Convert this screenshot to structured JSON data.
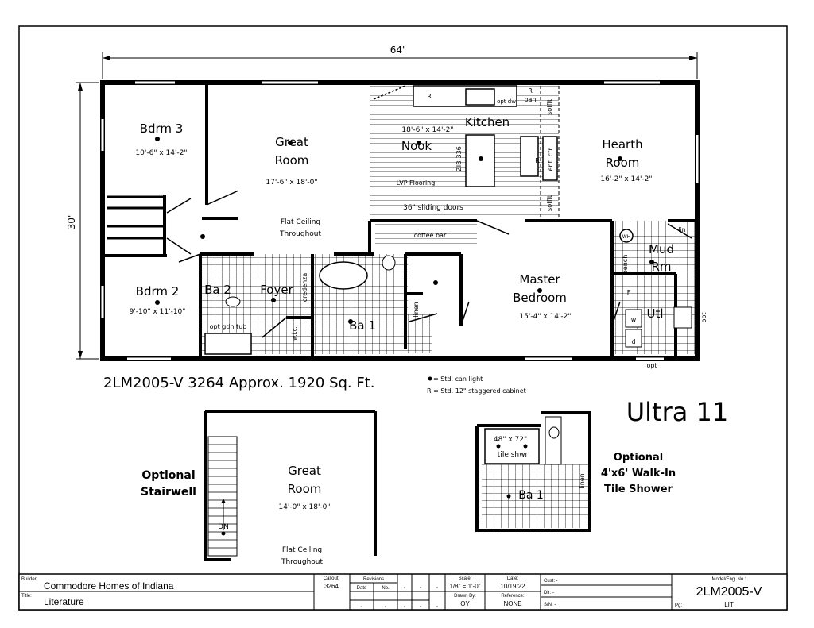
{
  "plan": {
    "width_dim": "64'",
    "depth_dim": "30'",
    "summary": "2LM2005-V 3264 Approx. 1920 Sq. Ft.",
    "legend": {
      "can_light": "= Std. can light",
      "cabinet": "R = Std. 12\" staggered cabinet"
    },
    "series_name": "Ultra 11"
  },
  "rooms": {
    "bdrm3": {
      "name": "Bdrm 3",
      "size": "10'-6\" x 14'-2\""
    },
    "great": {
      "name_a": "Great",
      "name_b": "Room",
      "size": "17'-6\" x 18'-0\"",
      "note_a": "Flat Ceiling",
      "note_b": "Throughout"
    },
    "kitchen": {
      "name": "Kitchen",
      "size": "18'-6\" x 14'-2\""
    },
    "nook": {
      "name": "Nook",
      "flooring": "LVP Flooring",
      "doors": "36\" sliding doors",
      "zib": "ZIB-336"
    },
    "hearth": {
      "name_a": "Hearth",
      "name_b": "Room",
      "size": "16'-2\" x 14'-2\""
    },
    "bdrm2": {
      "name": "Bdrm 2",
      "size": "9'-10\" x 11'-10\""
    },
    "ba2": {
      "name": "Ba 2",
      "tub": "opt gdn tub"
    },
    "foyer": {
      "name": "Foyer",
      "credenza": "credenza"
    },
    "ba1": {
      "name": "Ba 1",
      "linen": "linen"
    },
    "master": {
      "name_a": "Master",
      "name_b": "Bedroom",
      "size": "15'-4\" x 14'-2\""
    },
    "mud": {
      "name_a": "Mud",
      "name_b": "Rm",
      "lin": "lin",
      "bench": "bench"
    },
    "utl": {
      "name": "Utl",
      "opt": "opt",
      "opt_bottom": "opt",
      "wh": "WH",
      "f": "F",
      "w": "w",
      "d": "d"
    },
    "small": {
      "r1": "R",
      "r2": "R",
      "pan": "pan",
      "opt_dw": "opt dw",
      "soffit_a": "soffit",
      "soffit_b": "soffit",
      "ent_ctr": "ent. ctr.",
      "coffee_bar": "coffee bar",
      "wic": "w.i.c.",
      "r3": "R"
    }
  },
  "options": {
    "stairwell": {
      "title_a": "Optional",
      "title_b": "Stairwell",
      "dn": "DN"
    },
    "great_alt": {
      "name_a": "Great",
      "name_b": "Room",
      "size": "14'-0\" x 18'-0\"",
      "note_a": "Flat Ceiling",
      "note_b": "Throughout"
    },
    "shower": {
      "title_a": "Optional",
      "title_b": "4'x6' Walk-In",
      "title_c": "Tile Shower",
      "size": "48\" x 72\"",
      "label": "tile shwr",
      "ba": "Ba 1",
      "linen": "linen"
    }
  },
  "title_block": {
    "builder_label": "Builder:",
    "builder": "Commodore Homes of Indiana",
    "title_label": "Title:",
    "title": "Literature",
    "callout_label": "Callout:",
    "callout": "3264",
    "revisions_label": "Revisions",
    "date_col": "Date",
    "no_col": "No.",
    "scale_label": "Scale:",
    "scale": "1/8\" = 1'-0\"",
    "drawn_label": "Drawn By:",
    "drawn": "OY",
    "date_label": "Date:",
    "date": "10/19/22",
    "reference_label": "Reference:",
    "reference": "NONE",
    "cust_label": "Cust: -",
    "dlr_label": "Dlr: -",
    "sn_label": "S/N: -",
    "model_label": "Model/Eng. No.:",
    "model": "2LM2005-V",
    "pg_label": "Pg:",
    "pg": "LIT",
    "dot": "."
  }
}
